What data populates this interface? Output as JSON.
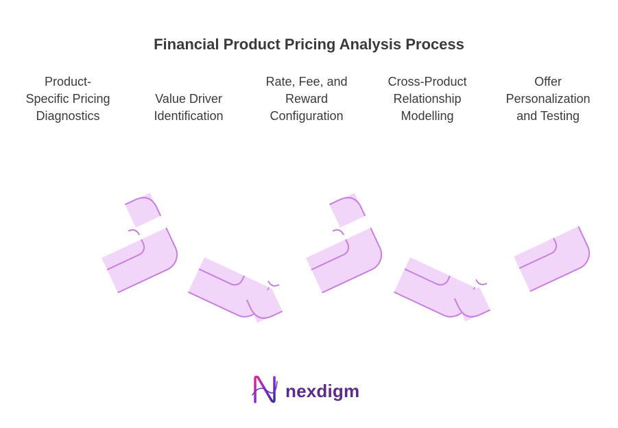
{
  "title": "Financial Product Pricing Analysis Process",
  "steps": [
    {
      "label": "Product-\nSpecific Pricing\nDiagnostics"
    },
    {
      "label": "Value Driver\nIdentification"
    },
    {
      "label": "Rate, Fee, and\nReward\nConfiguration"
    },
    {
      "label": "Cross-Product\nRelationship\nModelling"
    },
    {
      "label": "Offer\nPersonalization\nand Testing"
    }
  ],
  "brand": {
    "name": "nexdigm",
    "logo_icon": "nexdigm-logo-icon"
  },
  "colors": {
    "link_fill": "#f1d6fa",
    "link_stroke": "#c77fe0",
    "title_text": "#3a3a3a",
    "brand": "#5b2a8a"
  }
}
